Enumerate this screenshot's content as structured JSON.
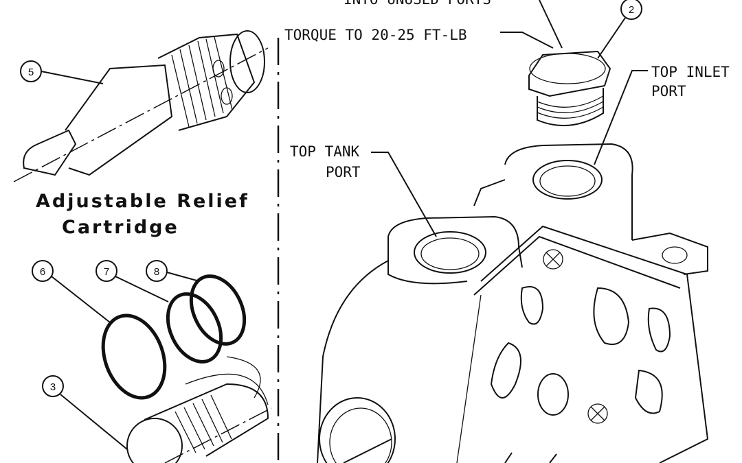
{
  "notes": {
    "unused_ports": "INTO UNUSED PORTS",
    "torque": "TORQUE TO 20-25 FT-LB",
    "top_inlet_line1": "TOP INLET",
    "top_inlet_line2": "PORT",
    "top_tank_line1": "TOP TANK",
    "top_tank_line2": "PORT"
  },
  "title": {
    "line1": "Adjustable Relief",
    "line2": "Cartridge"
  },
  "callouts": [
    "2",
    "3",
    "5",
    "6",
    "7",
    "8"
  ]
}
